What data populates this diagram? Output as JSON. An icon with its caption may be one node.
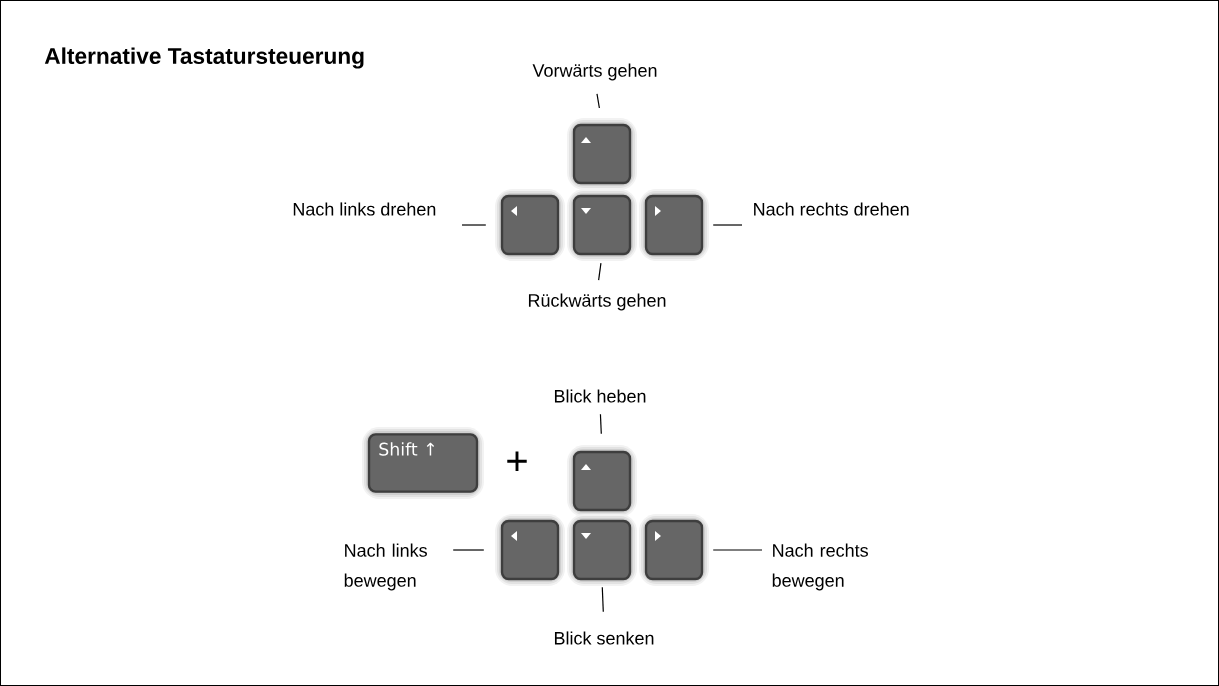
{
  "diagram": {
    "title": "Alternative Tastatursteuerung",
    "nodes": [
      {
        "text": [
          "Vorwärts gehen"
        ]
      },
      {
        "text": [],
        "shape": "box"
      },
      {
        "text": [
          "Nach links drehen"
        ]
      },
      {
        "text": [],
        "shape": "box"
      },
      {
        "text": [],
        "shape": "box"
      },
      {
        "text": [],
        "shape": "box"
      },
      {
        "text": [
          "Nach rechts drehen"
        ]
      },
      {
        "text": [
          "Rückwärts gehen"
        ]
      },
      {
        "text": [
          "Blick heben"
        ]
      },
      {
        "text": [
          "Shift ↑"
        ]
      },
      {
        "text": [],
        "shape": "box"
      },
      {
        "text": [
          "Nach links bewegen"
        ]
      },
      {
        "text": [],
        "shape": "box"
      },
      {
        "text": [],
        "shape": "box"
      },
      {
        "text": [],
        "shape": "box"
      },
      {
        "text": [
          "Nach rechts bewegen"
        ]
      },
      {
        "text": [
          "Blick senken"
        ]
      }
    ],
    "edges": [
      {
        "from": 0,
        "to": 1,
        "arrow": "none"
      },
      {
        "from": 2,
        "to": 3,
        "arrow": "none"
      },
      {
        "from": 6,
        "to": 5,
        "arrow": "none"
      },
      {
        "from": 7,
        "to": 4,
        "arrow": "none"
      },
      {
        "from": 8,
        "to": 10,
        "arrow": "none"
      },
      {
        "from": 11,
        "to": 12,
        "arrow": "none"
      },
      {
        "from": 15,
        "to": 14,
        "arrow": "none"
      },
      {
        "from": 16,
        "to": 13,
        "arrow": "none"
      }
    ],
    "labels": [
      "+"
    ]
  }
}
